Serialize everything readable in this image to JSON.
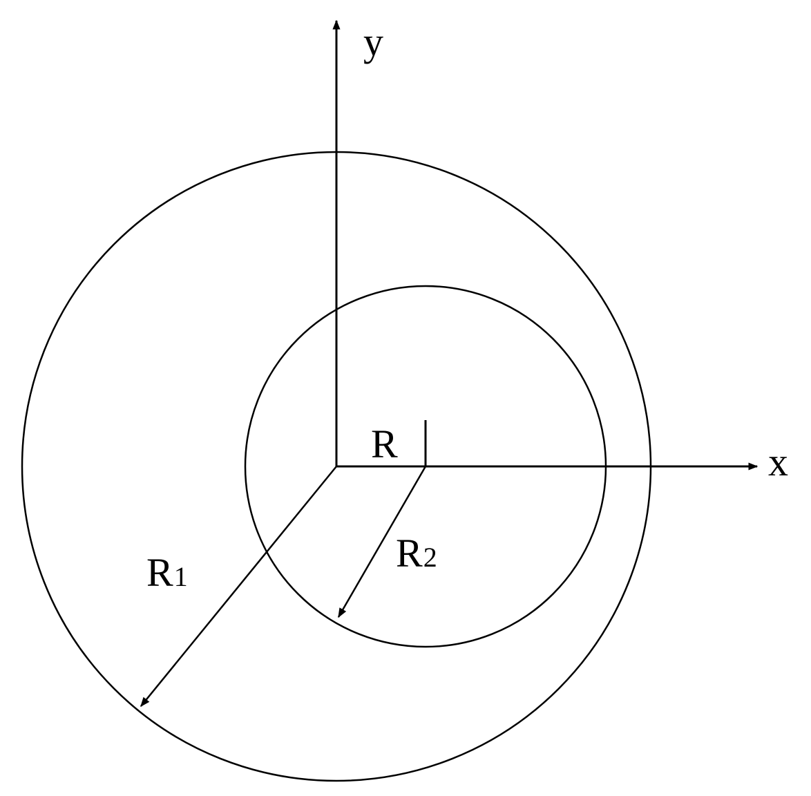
{
  "labels": {
    "y_axis": "y",
    "x_axis": "x",
    "offset": "R",
    "outer_radius": {
      "base": "R",
      "sub": "1"
    },
    "inner_radius": {
      "base": "R",
      "sub": "2"
    }
  },
  "colors": {
    "stroke": "#000000",
    "background": "#ffffff"
  }
}
